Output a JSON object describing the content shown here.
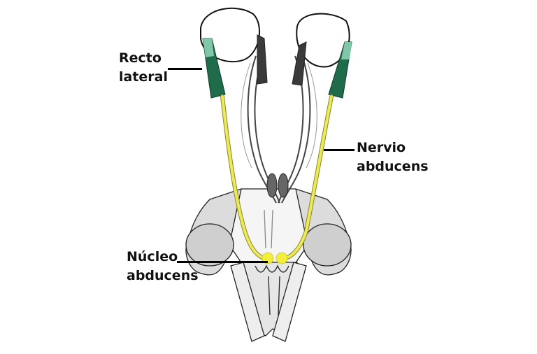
{
  "diagram": {
    "subject": "Abducens nerve pathway (cranial nerve VI)",
    "colors": {
      "nerve": "#e8e35a",
      "nerve_outline": "#8a8a20",
      "muscle": "#1f6b4a",
      "muscle_light": "#7fc7a8",
      "nucleus": "#f2ee3a",
      "line_art": "#222222",
      "shading": "#9a9a9a"
    },
    "labels": {
      "recto_lateral": {
        "line1": "Recto",
        "line2": "lateral"
      },
      "nervio_abducens": {
        "line1": "Nervio",
        "line2": "abducens"
      },
      "nucleo_abducens": {
        "line1": "Núcleo",
        "line2": "abducens"
      }
    }
  }
}
